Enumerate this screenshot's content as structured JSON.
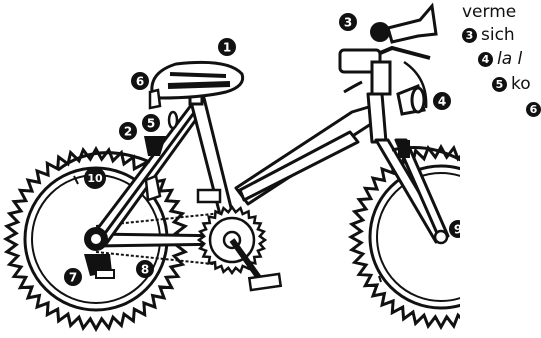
{
  "side_text": [
    {
      "bullet": "",
      "text": "verme"
    },
    {
      "bullet": "3",
      "text": "sich"
    },
    {
      "bullet": "4",
      "text": "la l"
    },
    {
      "bullet": "5",
      "text": "ko"
    },
    {
      "bullet": "6",
      "text": ""
    }
  ],
  "markers": [
    {
      "id": "saddle",
      "num": "1"
    },
    {
      "id": "handlebar-brake",
      "num": "2"
    },
    {
      "id": "horn",
      "num": "3"
    },
    {
      "id": "headlight",
      "num": "4"
    },
    {
      "id": "rear-reflector",
      "num": "5"
    },
    {
      "id": "saddle-bag",
      "num": "6"
    },
    {
      "id": "derailleur",
      "num": "7"
    },
    {
      "id": "chain",
      "num": "8"
    },
    {
      "id": "front-hub",
      "num": "9"
    },
    {
      "id": "rear-valve",
      "num": "10"
    }
  ],
  "colors": {
    "ink": "#111111",
    "paper": "#ffffff"
  }
}
